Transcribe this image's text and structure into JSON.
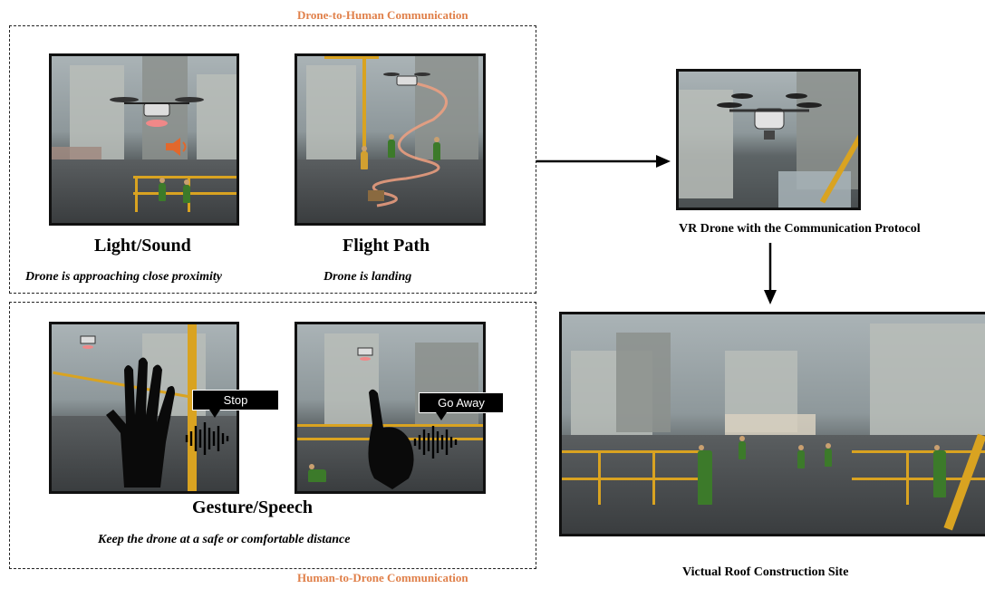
{
  "top_section": {
    "title": "Drone-to-Human Communication",
    "panels": [
      {
        "caption": "Light/Sound",
        "description": "Drone is approaching close proximity"
      },
      {
        "caption": "Flight Path",
        "description": "Drone is landing"
      }
    ]
  },
  "bottom_section": {
    "title": "Human-to-Drone Communication",
    "caption": "Gesture/Speech",
    "description": "Keep the drone at a safe or comfortable distance",
    "bubbles": [
      "Stop",
      "Go Away"
    ]
  },
  "right_column": {
    "drone_caption": "VR Drone with the Communication Protocol",
    "site_caption": "Victual Roof Construction Site"
  },
  "colors": {
    "section_label": "#e0804a",
    "rail": "#d9a321",
    "speaker": "#e2682c",
    "path": "#f0a080"
  }
}
